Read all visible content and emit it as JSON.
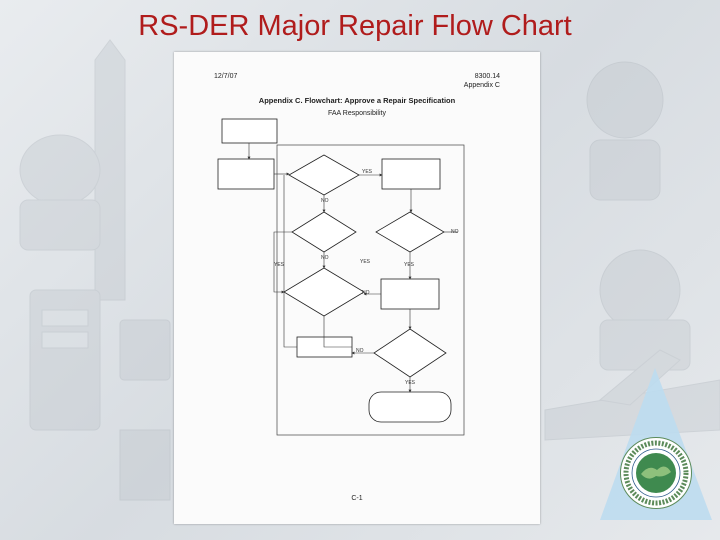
{
  "slide": {
    "title": "RS-DER Major Repair Flow Chart"
  },
  "document": {
    "date": "12/7/07",
    "doc_number": "8300.14",
    "appendix": "Appendix C",
    "heading": "Appendix C. Flowchart: Approve a Repair Specification",
    "subheading": "FAA Responsibility",
    "page_number": "C-1"
  },
  "flowchart": {
    "yes_label": "YES",
    "no_label": "NO",
    "nodes": [
      {
        "id": "start",
        "text": "",
        "shape": "rect"
      },
      {
        "id": "receive",
        "text": "",
        "shape": "rect"
      },
      {
        "id": "decision-1",
        "text": "",
        "shape": "diamond"
      },
      {
        "id": "submit",
        "text": "",
        "shape": "rect"
      },
      {
        "id": "decision-2",
        "text": "",
        "shape": "diamond"
      },
      {
        "id": "decision-right",
        "text": "",
        "shape": "diamond"
      },
      {
        "id": "decision-3",
        "text": "",
        "shape": "diamond"
      },
      {
        "id": "evaluate",
        "text": "",
        "shape": "rect"
      },
      {
        "id": "advise",
        "text": "",
        "shape": "rect"
      },
      {
        "id": "decision-4",
        "text": "",
        "shape": "diamond"
      },
      {
        "id": "end",
        "text": "",
        "shape": "rounded"
      }
    ]
  },
  "colors": {
    "title": "#b01c1c",
    "triangle": "#bcdcf0",
    "seal_ring": "#5c8b5a",
    "seal_center": "#3f8a4f"
  }
}
